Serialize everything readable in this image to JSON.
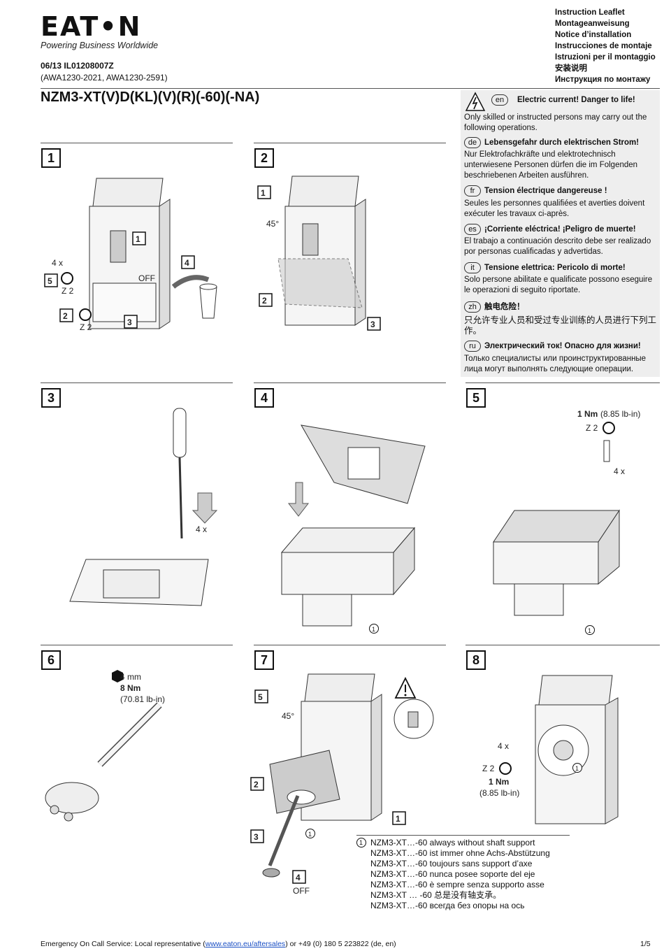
{
  "header": {
    "logo": "EAT•N",
    "tagline": "Powering Business Worldwide",
    "doc_number": "06/13 IL01208007Z",
    "article_numbers": "(AWA1230-2021, AWA1230-2591)",
    "title": "NZM3-XT(V)D(KL)(V)(R)(-60)(-NA)",
    "leaflet_titles": [
      "Instruction Leaflet",
      "Montageanweisung",
      "Notice d’installation",
      "Instrucciones de montaje",
      "Istruzioni per il montaggio",
      "安装说明",
      "Инструкция по монтажу"
    ]
  },
  "warnings": [
    {
      "lang": "en",
      "title": "Electric current! Danger to life!",
      "body": "Only skilled or instructed persons may carry out the following operations."
    },
    {
      "lang": "de",
      "title": "Lebensgefahr durch elektrischen Strom!",
      "body": "Nur Elektrofachkräfte und elektrotechnisch unterwiesene Personen dürfen die im Folgenden beschriebenen Arbeiten ausführen."
    },
    {
      "lang": "fr",
      "title": "Tension électrique dangereuse !",
      "body": "Seules les personnes qualifiées et averties doivent exécuter les travaux ci-après."
    },
    {
      "lang": "es",
      "title": "¡Corriente eléctrica! ¡Peligro de muerte!",
      "body": "El trabajo a continuación descrito debe ser realizado por personas cualificadas y advertidas."
    },
    {
      "lang": "it",
      "title": "Tensione elettrica: Pericolo di morte!",
      "body": "Solo persone abilitate e qualificate possono eseguire le operazioni di seguito riportate."
    },
    {
      "lang": "zh",
      "title": "触电危险！",
      "body": "只允许专业人员和受过专业训练的人员进行下列工作。"
    },
    {
      "lang": "ru",
      "title": "Электрический ток! Опасно для жизни!",
      "body": "Только специалисты или проинструктированные лица могут выполнять следующие операции."
    }
  ],
  "steps": [
    "1",
    "2",
    "3",
    "4",
    "5",
    "6",
    "7",
    "8"
  ],
  "labels": {
    "s1": {
      "n1": "1",
      "n2": "2",
      "n3": "3",
      "n4": "4",
      "n5": "5",
      "fourx": "4 x",
      "z2a": "Z 2",
      "z2b": "Z 2",
      "off": "OFF"
    },
    "s2": {
      "n1": "1",
      "n2": "2",
      "n3": "3",
      "angle": "45°"
    },
    "s3": {
      "fourx": "4 x"
    },
    "s4": {
      "c1": "1"
    },
    "s5": {
      "torque": "1 Nm",
      "torque_lb": "(8.85 lb-in)",
      "z2": "Z 2",
      "fourx": "4 x",
      "c1": "1"
    },
    "s6": {
      "mm": "4 mm",
      "torque": "8 Nm",
      "torque_lb": "(70.81 lb-in)"
    },
    "s7": {
      "n1": "1",
      "n2": "2",
      "n3": "3",
      "n4": "4",
      "n5": "5",
      "angle": "45°",
      "off": "OFF",
      "c1": "1"
    },
    "s8": {
      "fourx": "4 x",
      "z2": "Z 2",
      "torque": "1 Nm",
      "torque_lb": "(8.85 lb-in)",
      "c1": "1"
    }
  },
  "note": {
    "marker": "1",
    "lines": [
      "NZM3-XT…-60 always without shaft support",
      "NZM3-XT…-60 ist immer ohne Achs-Abstützung",
      "NZM3-XT…-60 toujours sans support d’axe",
      "NZM3-XT…-60 nunca posee soporte del eje",
      "NZM3-XT…-60 è sempre senza supporto asse",
      "NZM3-XT … -60 总是没有轴支承。",
      "NZM3-XT…-60 всегда без опоры на ось"
    ]
  },
  "footer": {
    "prefix": "Emergency On Call Service: Local representative (",
    "link": "www.eaton.eu/aftersales",
    "suffix": ") or +49 (0) 180 5 223822 (de, en)",
    "page": "1/5"
  }
}
